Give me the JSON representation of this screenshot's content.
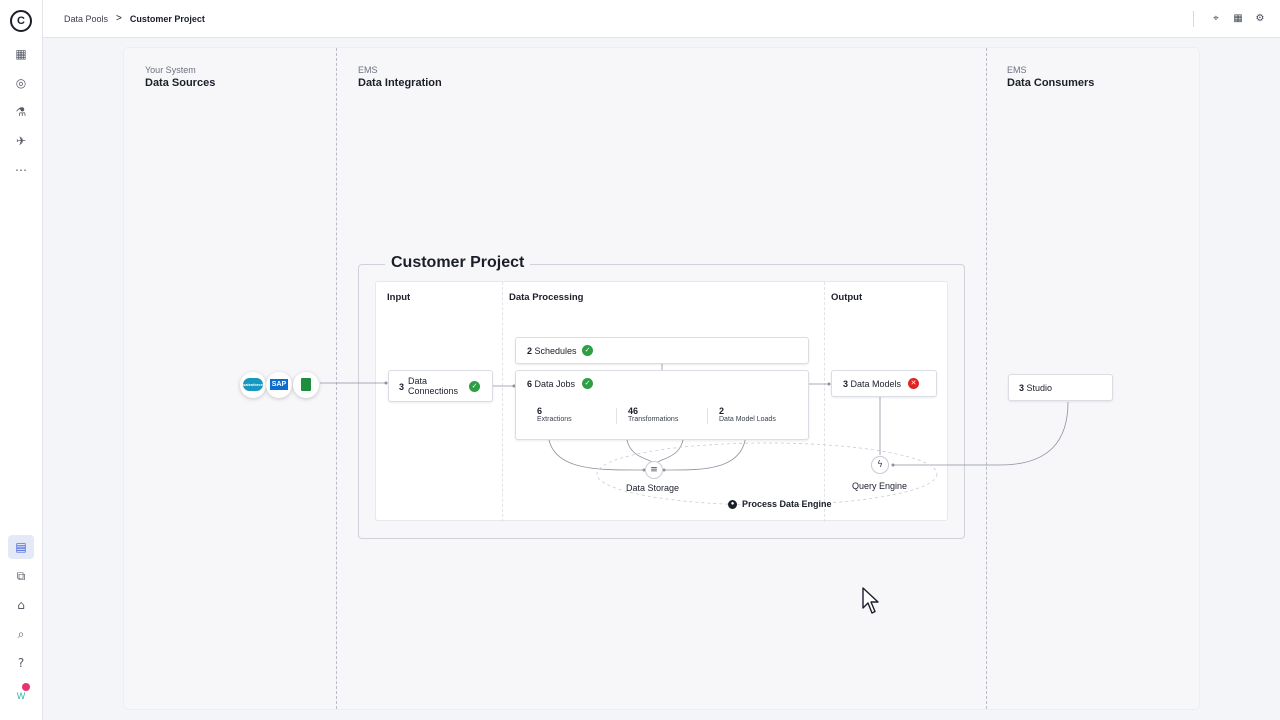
{
  "breadcrumb": {
    "parent": "Data Pools",
    "separator": ">",
    "current": "Customer Project"
  },
  "rail": {
    "logo": "C",
    "icons": [
      "apps-grid-icon",
      "compass-icon",
      "flask-icon",
      "rocket-icon",
      "more-icon",
      "data-pools-icon",
      "integration-icon",
      "marketplace-icon",
      "search-icon",
      "help-icon"
    ],
    "avatar": "W"
  },
  "top_actions": [
    "tag-icon",
    "table-icon",
    "settings-icon"
  ],
  "columns": {
    "sources": {
      "sub": "Your System",
      "title": "Data Sources"
    },
    "integration": {
      "sub": "EMS",
      "title": "Data Integration"
    },
    "consumers": {
      "sub": "EMS",
      "title": "Data Consumers"
    }
  },
  "project": {
    "title": "Customer Project",
    "sections": {
      "input": "Input",
      "processing": "Data Processing",
      "output": "Output"
    },
    "connections": {
      "count": "3",
      "label_line1": "Data",
      "label_line2": "Connections",
      "status": "ok"
    },
    "schedules": {
      "count": "2",
      "label": "Schedules",
      "status": "ok"
    },
    "jobs": {
      "count": "6",
      "label": "Data Jobs",
      "status": "ok"
    },
    "stats": [
      {
        "n": "6",
        "label": "Extractions"
      },
      {
        "n": "46",
        "label": "Transformations"
      },
      {
        "n": "2",
        "label": "Data Model Loads"
      }
    ],
    "models": {
      "count": "3",
      "label": "Data Models",
      "status": "error"
    },
    "storage_label": "Data Storage",
    "query_label": "Query Engine",
    "engine_label": "Process Data Engine"
  },
  "sources": [
    "salesforce",
    "SAP",
    "sheets"
  ],
  "studio": {
    "count": "3",
    "label": "Studio"
  },
  "colors": {
    "ok": "#2e9e45",
    "error": "#e02424",
    "accent": "#3b5bdb"
  }
}
